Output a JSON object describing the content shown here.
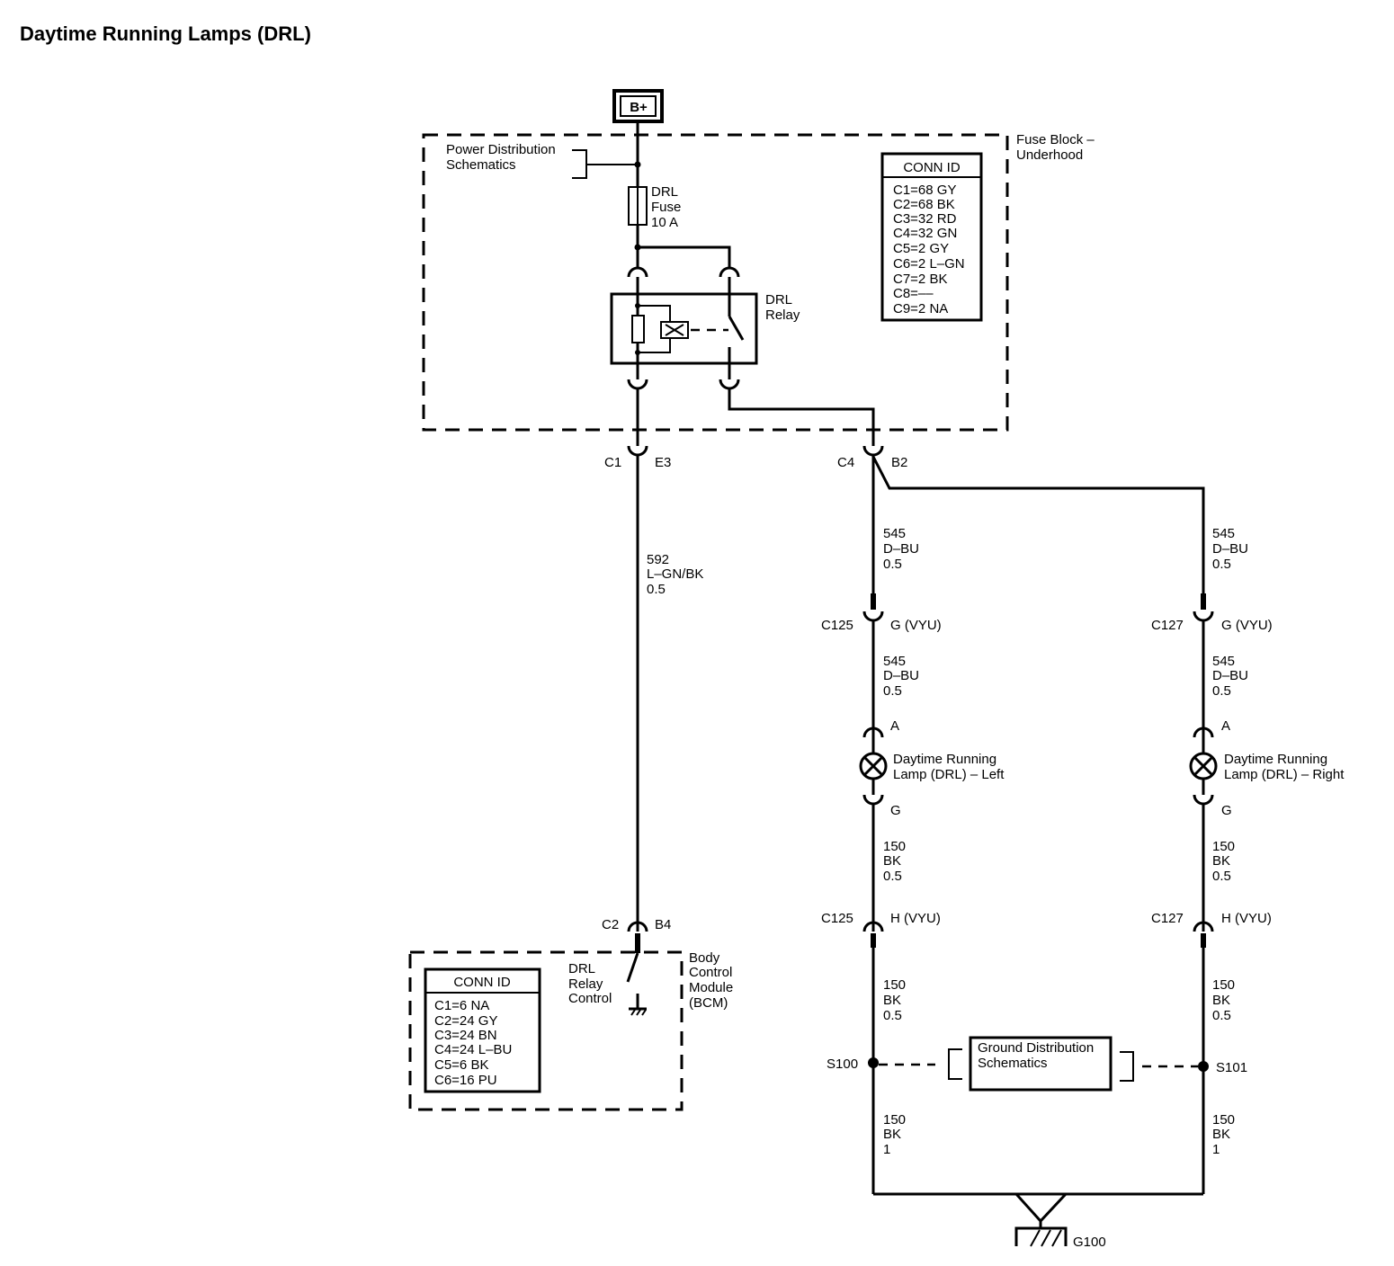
{
  "title": "Daytime Running Lamps (DRL)",
  "battery": "B+",
  "power_dist": [
    "Power Distribution",
    "Schematics"
  ],
  "fuse_block": [
    "Fuse Block –",
    "Underhood"
  ],
  "fuse": [
    "DRL",
    "Fuse",
    "10 A"
  ],
  "relay": [
    "DRL",
    "Relay"
  ],
  "fuse_block_conn": {
    "header": "CONN ID",
    "rows": [
      "C1=68 GY",
      "C2=68 BK",
      "C3=32 RD",
      "C4=32 GN",
      "C5=2 GY",
      "C6=2 L–GN",
      "C7=2 BK",
      "C8=––",
      "C9=2 NA"
    ]
  },
  "connectors": {
    "c1": "C1",
    "e3": "E3",
    "c4": "C4",
    "b2": "B2",
    "c125_top": "C125",
    "g_vyu_left": "G (VYU)",
    "c127_top": "C127",
    "g_vyu_right": "G (VYU)",
    "c125_bot": "C125",
    "h_vyu_left": "H (VYU)",
    "c127_bot": "C127",
    "h_vyu_right": "H (VYU)",
    "c2": "C2",
    "b4": "B4"
  },
  "wire_592": [
    "592",
    "L–GN/BK",
    "0.5"
  ],
  "wire_545": [
    "545",
    "D–BU",
    "0.5"
  ],
  "wire_150": [
    "150",
    "BK",
    "0.5"
  ],
  "wire_150_1": [
    "150",
    "BK",
    "1"
  ],
  "lamp_left": {
    "pin_a": "A",
    "pin_g": "G",
    "label": [
      "Daytime Running",
      "Lamp (DRL) – Left"
    ]
  },
  "lamp_right": {
    "pin_a": "A",
    "pin_g": "G",
    "label": [
      "Daytime Running",
      "Lamp (DRL) – Right"
    ]
  },
  "bcm": {
    "control": [
      "DRL",
      "Relay",
      "Control"
    ],
    "label": [
      "Body",
      "Control",
      "Module",
      "(BCM)"
    ],
    "conn": {
      "header": "CONN ID",
      "rows": [
        "C1=6 NA",
        "C2=24 GY",
        "C3=24 BN",
        "C4=24 L–BU",
        "C5=6 BK",
        "C6=16 PU"
      ]
    }
  },
  "splices": {
    "left": "S100",
    "right": "S101"
  },
  "ground_dist": [
    "Ground Distribution",
    "Schematics"
  ],
  "ground": "G100"
}
